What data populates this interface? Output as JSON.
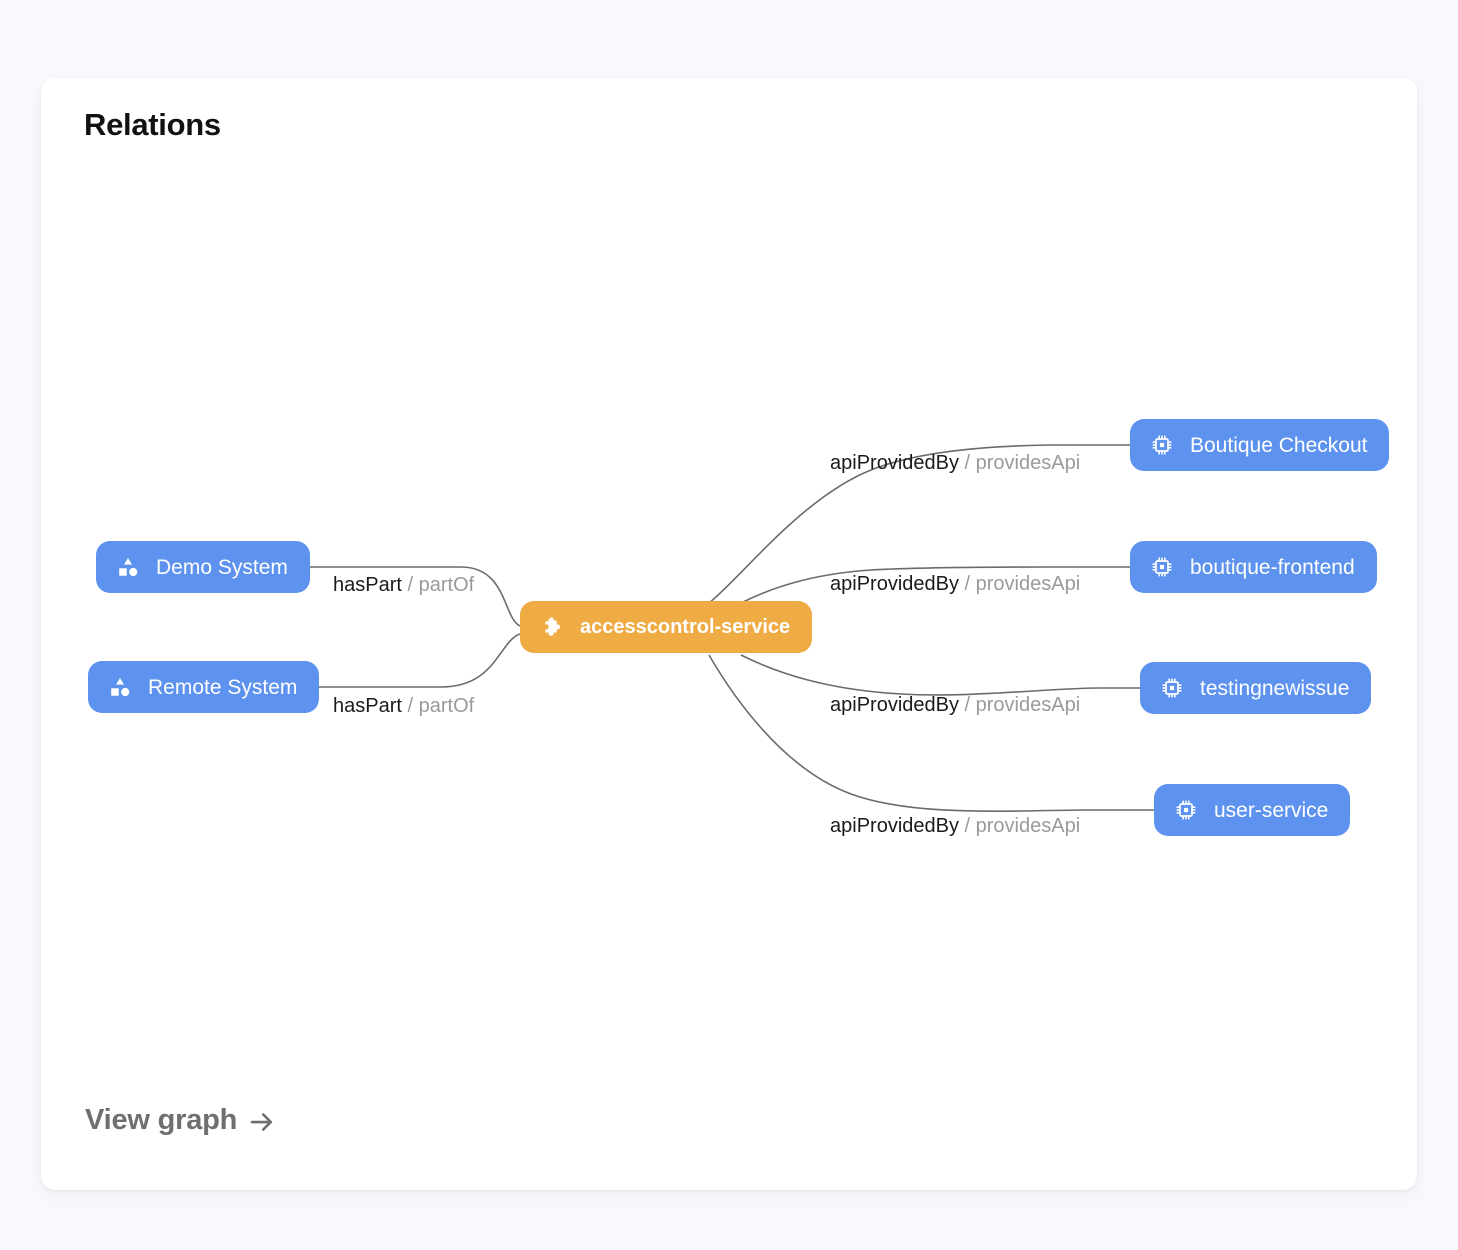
{
  "card": {
    "title": "Relations",
    "footer_link": {
      "label": "View graph",
      "icon": "arrow-right-icon"
    }
  },
  "graph": {
    "center_node": {
      "id": "accesscontrol-service",
      "label": "accesscontrol-service",
      "icon": "puzzle-piece-icon",
      "color": "#efab44",
      "text_color": "#ffffff"
    },
    "left_nodes": [
      {
        "id": "demo-system",
        "label": "Demo System",
        "icon": "shapes-icon",
        "color": "#5d92ee"
      },
      {
        "id": "remote-system",
        "label": "Remote System",
        "icon": "shapes-icon",
        "color": "#5d92ee"
      }
    ],
    "right_nodes": [
      {
        "id": "boutique-checkout",
        "label": "Boutique Checkout",
        "icon": "cpu-chip-icon",
        "color": "#5d92ee"
      },
      {
        "id": "boutique-frontend",
        "label": "boutique-frontend",
        "icon": "cpu-chip-icon",
        "color": "#5d92ee"
      },
      {
        "id": "testingnewissue",
        "label": "testingnewissue",
        "icon": "cpu-chip-icon",
        "color": "#5d92ee"
      },
      {
        "id": "user-service",
        "label": "user-service",
        "icon": "cpu-chip-icon",
        "color": "#5d92ee"
      }
    ],
    "edge_labels": [
      {
        "id": "edge-demo-system",
        "forward": "hasPart",
        "separator": " / ",
        "reverse": "partOf"
      },
      {
        "id": "edge-remote-system",
        "forward": "hasPart",
        "separator": " / ",
        "reverse": "partOf"
      },
      {
        "id": "edge-boutique-checkout",
        "forward": "apiProvidedBy",
        "separator": " / ",
        "reverse": "providesApi"
      },
      {
        "id": "edge-boutique-frontend",
        "forward": "apiProvidedBy",
        "separator": " / ",
        "reverse": "providesApi"
      },
      {
        "id": "edge-testingnewissue",
        "forward": "apiProvidedBy",
        "separator": " / ",
        "reverse": "providesApi"
      },
      {
        "id": "edge-user-service",
        "forward": "apiProvidedBy",
        "separator": " / ",
        "reverse": "providesApi"
      }
    ],
    "edge_color": "#6b6b6b"
  }
}
